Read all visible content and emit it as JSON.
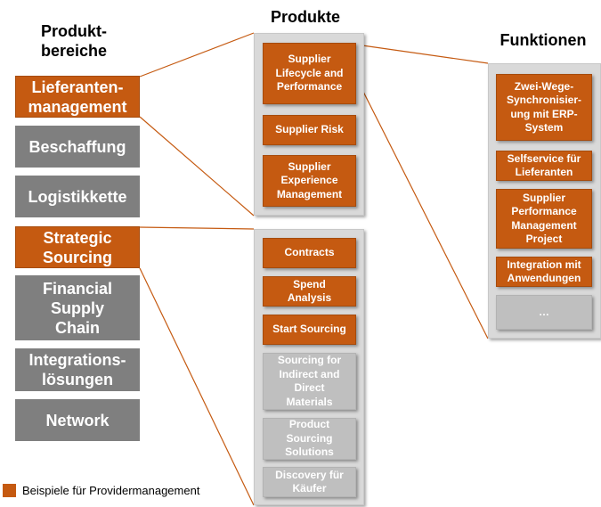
{
  "headers": {
    "areas": "Produkt-\nbereiche",
    "products": "Produkte",
    "functions": "Funktionen"
  },
  "areas": [
    {
      "label": "Lieferanten-\nmanagement",
      "highlight": true
    },
    {
      "label": "Beschaffung",
      "highlight": false
    },
    {
      "label": "Logistikkette",
      "highlight": false
    },
    {
      "label": "Strategic\nSourcing",
      "highlight": true
    },
    {
      "label": "Financial\nSupply\nChain",
      "highlight": false
    },
    {
      "label": "Integrations-\nlösungen",
      "highlight": false
    },
    {
      "label": "Network",
      "highlight": false
    }
  ],
  "products_group1": [
    {
      "label": "Supplier\nLifecycle and\nPerformance",
      "highlight": true
    },
    {
      "label": "Supplier Risk",
      "highlight": true
    },
    {
      "label": "Supplier\nExperience\nManagement",
      "highlight": true
    }
  ],
  "products_group2": [
    {
      "label": "Contracts",
      "highlight": true
    },
    {
      "label": "Spend\nAnalysis",
      "highlight": true
    },
    {
      "label": "Start Sourcing",
      "highlight": true
    },
    {
      "label": "Sourcing for\nIndirect and\nDirect\nMaterials",
      "highlight": false
    },
    {
      "label": "Product\nSourcing\nSolutions",
      "highlight": false
    },
    {
      "label": "Discovery für\nKäufer",
      "highlight": false
    }
  ],
  "functions": [
    {
      "label": "Zwei-Wege-\nSynchronisier-\nung mit ERP-\nSystem",
      "highlight": true
    },
    {
      "label": "Selfservice für\nLieferanten",
      "highlight": true
    },
    {
      "label": "Supplier\nPerformance\nManagement\nProject",
      "highlight": true
    },
    {
      "label": "Integration mit\nAnwendungen",
      "highlight": true
    },
    {
      "label": "…",
      "highlight": false
    }
  ],
  "legend": {
    "label": "Beispiele für Providermanagement"
  },
  "colors": {
    "accent": "#c55a11",
    "grey_area": "#7f7f7f",
    "panel": "#d9d9d9",
    "inactive_box": "#bfbfbf",
    "connector": "#c55a11"
  }
}
